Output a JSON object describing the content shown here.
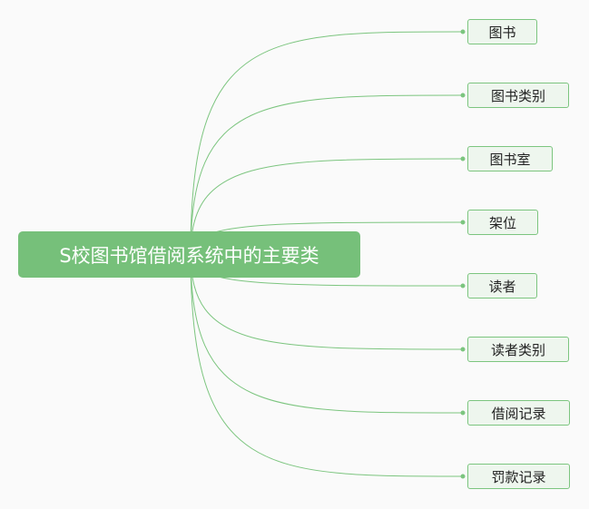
{
  "root": {
    "label": "S校图书馆借阅系统中的主要类"
  },
  "children": [
    {
      "label": "图书"
    },
    {
      "label": "图书类别"
    },
    {
      "label": "图书室"
    },
    {
      "label": "架位"
    },
    {
      "label": "读者"
    },
    {
      "label": "读者类别"
    },
    {
      "label": "借阅记录"
    },
    {
      "label": "罚款记录"
    }
  ],
  "colors": {
    "accent": "#76c07a",
    "line": "#7cc57f",
    "node_bg": "#eef6ee",
    "background": "#fafafa"
  }
}
